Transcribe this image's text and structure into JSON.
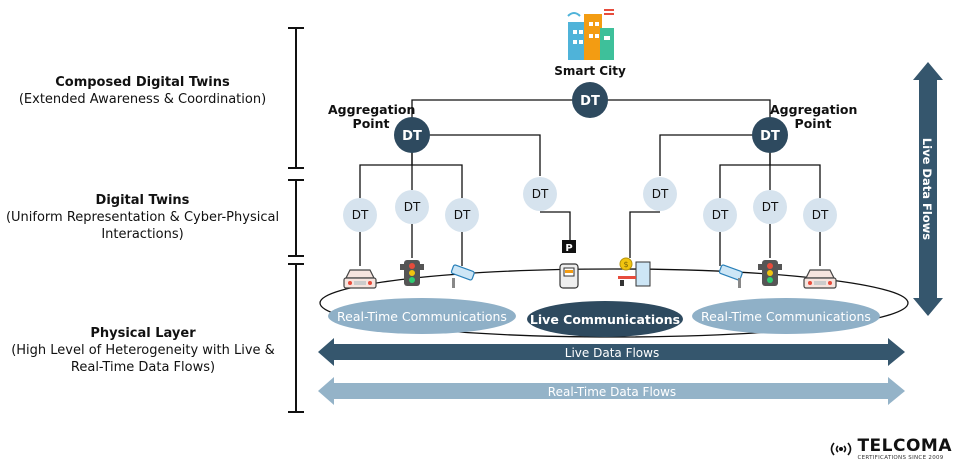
{
  "layers": {
    "composed": {
      "title": "Composed Digital Twins",
      "subtitle": "(Extended Awareness & Coordination)"
    },
    "digital": {
      "title": "Digital Twins",
      "subtitle": "(Uniform Representation & Cyber-Physical Interactions)"
    },
    "physical": {
      "title": "Physical Layer",
      "subtitle": "(High Level of Heterogeneity with Live & Real-Time Data Flows)"
    }
  },
  "smart_city": {
    "label": "Smart City"
  },
  "aggregation": {
    "left": "Aggregation Point",
    "right": "Aggregation Point"
  },
  "dt_label": "DT",
  "comms": {
    "left": "Real-Time Communications",
    "center": "Live Communications",
    "right": "Real-Time Communications"
  },
  "flows": {
    "live": "Live Data Flows",
    "realtime": "Real-Time Data Flows",
    "vertical": "Live Data Flows"
  },
  "logo": {
    "name": "TELCOMA",
    "tagline": "CERTIFICATIONS SINCE 2009"
  },
  "colors": {
    "dark_node": "#2e4a5f",
    "light_node": "#d6e3ee",
    "dark_arrow": "#35566d",
    "light_arrow": "#94b3c8",
    "rt_ellipse": "#8fb0c7"
  }
}
